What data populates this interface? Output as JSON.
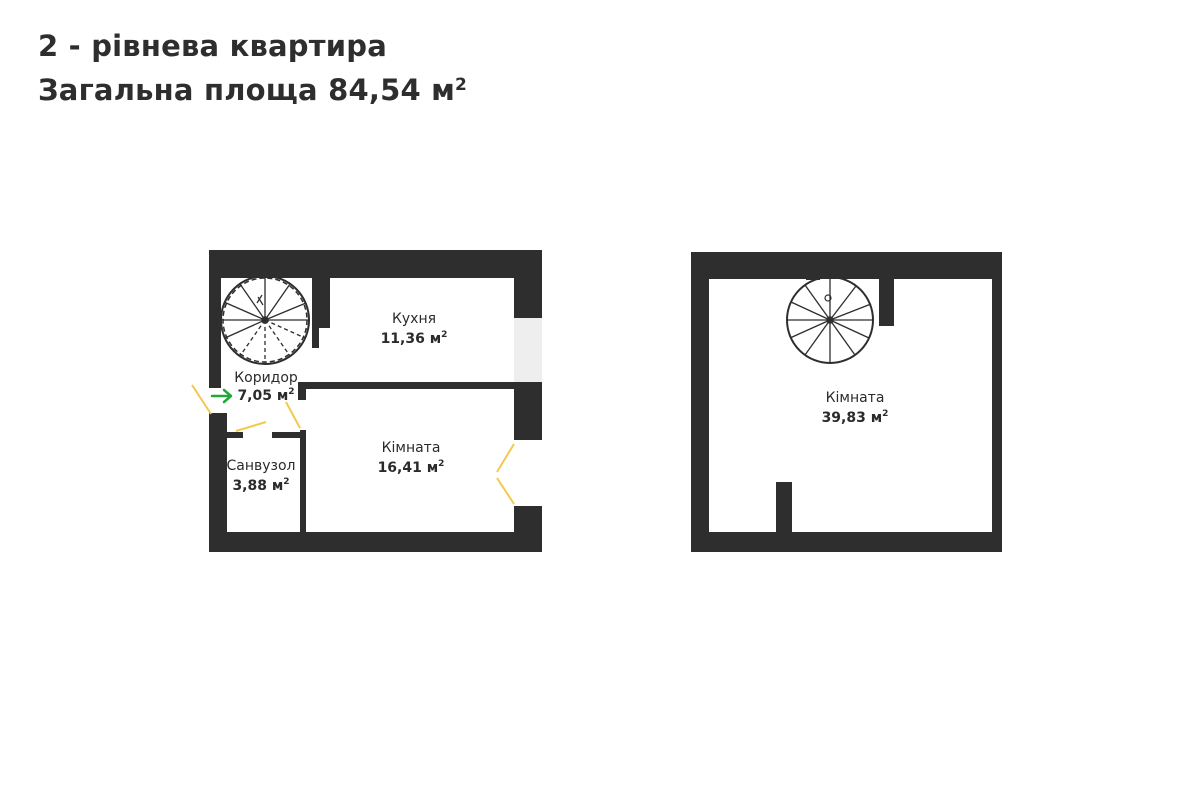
{
  "header": {
    "title": "2 - рівнева квартира",
    "area_prefix": "Загальна площа 84,54 м",
    "area_unit_sup": "2"
  },
  "level1": {
    "rooms": [
      {
        "name": "Кухня",
        "area": "11,36 м",
        "sup": "2"
      },
      {
        "name": "Коридор",
        "area": "7,05 м",
        "sup": "2"
      },
      {
        "name": "Кімната",
        "area": "16,41 м",
        "sup": "2"
      },
      {
        "name": "Санвузол",
        "area": "3,88 м",
        "sup": "2"
      }
    ]
  },
  "level2": {
    "rooms": [
      {
        "name": "Кімната",
        "area": "39,83 м",
        "sup": "2"
      }
    ]
  },
  "colors": {
    "wall": "#2e2e2e",
    "door": "#f2c94c",
    "window": "#eeeeee",
    "entrance_arrow": "#22a838"
  }
}
